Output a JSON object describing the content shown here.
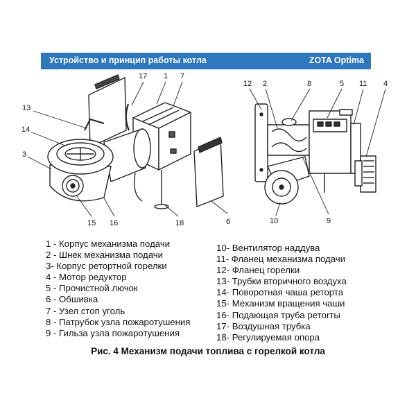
{
  "header": {
    "title": "Устройство и принцип работы котла",
    "brand": "ZOTA Optima"
  },
  "callouts": {
    "left": [
      "17",
      "1",
      "7",
      "13",
      "14",
      "3",
      "15",
      "16",
      "18",
      "6"
    ],
    "right": [
      "12",
      "2",
      "8",
      "5",
      "11",
      "4",
      "10",
      "9"
    ]
  },
  "legend_left": [
    "1 - Корпус механизма подачи",
    "2 - Шнек механизма подачи",
    "3- Корпус ретортной горелки",
    "4 - Мотор редуктор",
    "5 - Прочистной лючок",
    "6 - Обшивка",
    "7 - Узел стоп уголь",
    "8 - Патрубок узла пожаротушения",
    "9 - Гильза узла пожаротушения"
  ],
  "legend_right": [
    "10- Вентилятор наддува",
    "11- Фланец механизма подачи",
    "12- Фланец горелки",
    "13- Трубки вторичного воздуха",
    "14- Поворотная чаша реторта",
    "15- Механизм вращения чаши",
    "16- Подающая труба ретorты",
    "17- Воздушная трубка",
    "18- Регулируемая опора"
  ],
  "caption": "Рис. 4 Механизм подачи топлива с горелкой котла",
  "colors": {
    "header_bg": "#2f77bd",
    "line": "#222222"
  }
}
